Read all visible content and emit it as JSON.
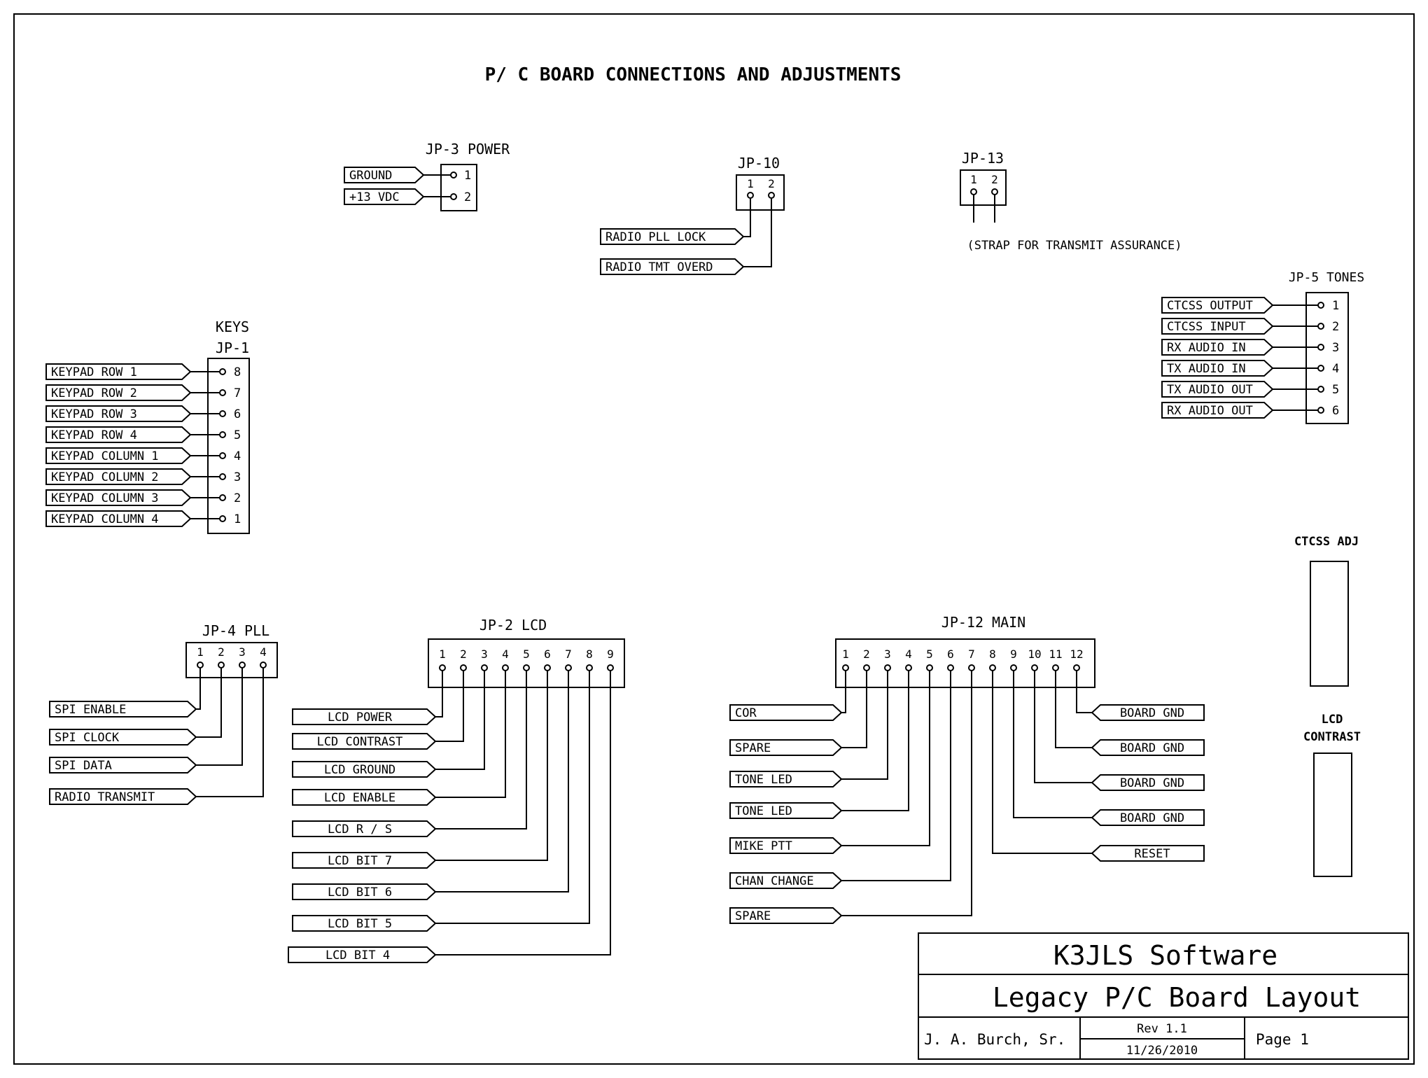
{
  "title": "P/ C BOARD CONNECTIONS AND ADJUSTMENTS",
  "jp3": {
    "label": "JP-3 POWER",
    "pins": [
      {
        "num": "1",
        "signal": "GROUND"
      },
      {
        "num": "2",
        "signal": "+13 VDC"
      }
    ]
  },
  "jp10": {
    "label": "JP-10",
    "pins": [
      {
        "num": "1",
        "signal": "RADIO PLL LOCK"
      },
      {
        "num": "2",
        "signal": "RADIO TMT OVERD"
      }
    ]
  },
  "jp13": {
    "label": "JP-13",
    "pins": [
      "1",
      "2"
    ],
    "note": "(STRAP FOR TRANSMIT ASSURANCE)"
  },
  "jp5": {
    "label": "JP-5 TONES",
    "pins": [
      {
        "num": "1",
        "signal": "CTCSS OUTPUT"
      },
      {
        "num": "2",
        "signal": "CTCSS INPUT"
      },
      {
        "num": "3",
        "signal": "RX AUDIO IN"
      },
      {
        "num": "4",
        "signal": "TX AUDIO IN"
      },
      {
        "num": "5",
        "signal": "TX AUDIO OUT"
      },
      {
        "num": "6",
        "signal": "RX AUDIO OUT"
      }
    ]
  },
  "jp1": {
    "label_top": "KEYS",
    "label": "JP-1",
    "pins": [
      {
        "num": "8",
        "signal": "KEYPAD ROW 1"
      },
      {
        "num": "7",
        "signal": "KEYPAD ROW 2"
      },
      {
        "num": "6",
        "signal": "KEYPAD ROW 3"
      },
      {
        "num": "5",
        "signal": "KEYPAD ROW 4"
      },
      {
        "num": "4",
        "signal": "KEYPAD COLUMN 1"
      },
      {
        "num": "3",
        "signal": "KEYPAD COLUMN 2"
      },
      {
        "num": "2",
        "signal": "KEYPAD COLUMN 3"
      },
      {
        "num": "1",
        "signal": "KEYPAD COLUMN 4"
      }
    ]
  },
  "jp4": {
    "label": "JP-4 PLL",
    "pins": [
      {
        "num": "1",
        "signal": "SPI ENABLE"
      },
      {
        "num": "2",
        "signal": "SPI CLOCK"
      },
      {
        "num": "3",
        "signal": "SPI DATA"
      },
      {
        "num": "4",
        "signal": "RADIO TRANSMIT"
      }
    ]
  },
  "jp2": {
    "label": "JP-2 LCD",
    "pins": [
      {
        "num": "1",
        "signal": "LCD POWER"
      },
      {
        "num": "2",
        "signal": "LCD CONTRAST"
      },
      {
        "num": "3",
        "signal": "LCD GROUND"
      },
      {
        "num": "4",
        "signal": "LCD ENABLE"
      },
      {
        "num": "5",
        "signal": "LCD R / S"
      },
      {
        "num": "6",
        "signal": "LCD BIT 7"
      },
      {
        "num": "7",
        "signal": "LCD BIT 6"
      },
      {
        "num": "8",
        "signal": "LCD BIT 5"
      },
      {
        "num": "9",
        "signal": "LCD BIT 4"
      }
    ]
  },
  "jp12": {
    "label": "JP-12 MAIN",
    "pins": [
      {
        "num": "1",
        "signal": "COR"
      },
      {
        "num": "2",
        "signal": "SPARE"
      },
      {
        "num": "3",
        "signal": "TONE LED"
      },
      {
        "num": "4",
        "signal": "TONE LED"
      },
      {
        "num": "5",
        "signal": "MIKE PTT"
      },
      {
        "num": "6",
        "signal": "CHAN CHANGE"
      },
      {
        "num": "7",
        "signal": "SPARE"
      },
      {
        "num": "8",
        "signal": "RESET"
      },
      {
        "num": "9",
        "signal": "BOARD GND"
      },
      {
        "num": "10",
        "signal": "BOARD GND"
      },
      {
        "num": "11",
        "signal": "BOARD GND"
      },
      {
        "num": "12",
        "signal": "BOARD GND"
      }
    ]
  },
  "ctcss_adj": {
    "label": "CTCSS ADJ"
  },
  "lcd_contrast": {
    "label_1": "LCD",
    "label_2": "CONTRAST"
  },
  "title_block": {
    "company": "K3JLS Software",
    "drawing_title": "Legacy P/C Board Layout",
    "author": "J. A. Burch, Sr.",
    "rev": "Rev 1.1",
    "date": "11/26/2010",
    "page": "Page 1"
  }
}
